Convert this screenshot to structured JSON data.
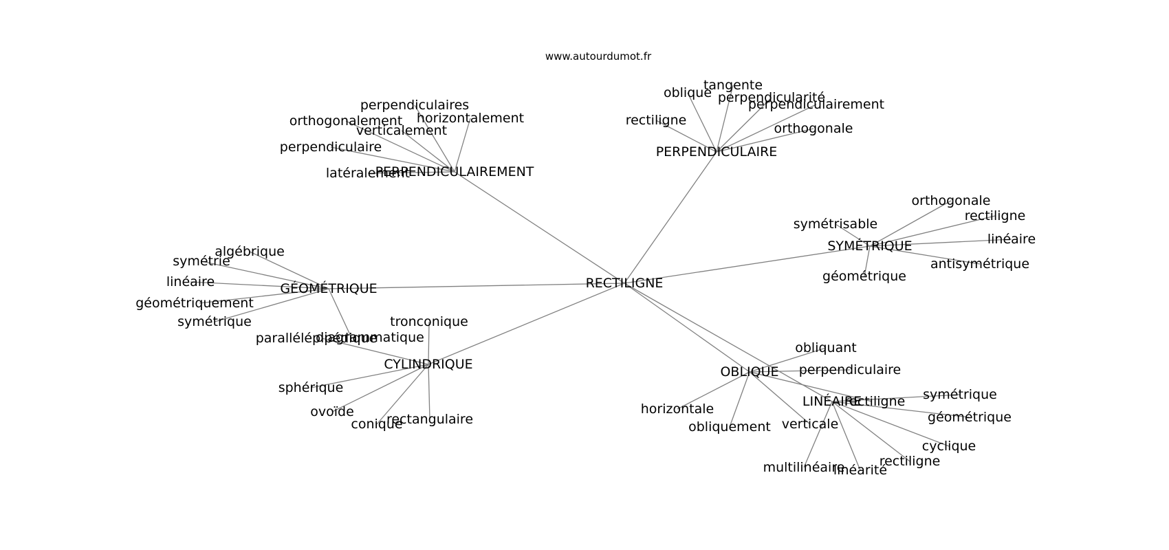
{
  "site": "www.autourdumot.fr",
  "colors": {
    "edge": "#808080",
    "text": "#000000",
    "background": "#ffffff"
  },
  "graph": {
    "center": "RECTILIGNE",
    "hubs": [
      {
        "label": "PERPENDICULAIREMENT",
        "leaves": [
          "perpendiculaires",
          "orthogonalement",
          "horizontalement",
          "verticalement",
          "perpendiculaire",
          "latéralement"
        ]
      },
      {
        "label": "PERPENDICULAIRE",
        "leaves": [
          "tangente",
          "oblique",
          "perpendicularité",
          "perpendiculairement",
          "rectiligne",
          "orthogonale"
        ]
      },
      {
        "label": "SYMÉTRIQUE",
        "leaves": [
          "orthogonale",
          "rectiligne",
          "symétrisable",
          "linéaire",
          "antisymétrique",
          "géométrique"
        ]
      },
      {
        "label": "GÉOMÉTRIQUE",
        "leaves": [
          "algébrique",
          "symétrie",
          "linéaire",
          "géométriquement",
          "symétrique",
          "diagrammatique"
        ]
      },
      {
        "label": "CYLINDRIQUE",
        "leaves": [
          "tronconique",
          "parallélépipédique",
          "sphérique",
          "ovoïde",
          "conique",
          "rectangulaire"
        ]
      },
      {
        "label": "OBLIQUE",
        "leaves": [
          "obliquant",
          "perpendiculaire",
          "rectiligne",
          "horizontale",
          "obliquement",
          "verticale"
        ]
      },
      {
        "label": "LINÉAIRE",
        "leaves": [
          "symétrique",
          "géométrique",
          "cyclique",
          "rectiligne",
          "linéarité",
          "multilinéaire"
        ]
      }
    ]
  }
}
